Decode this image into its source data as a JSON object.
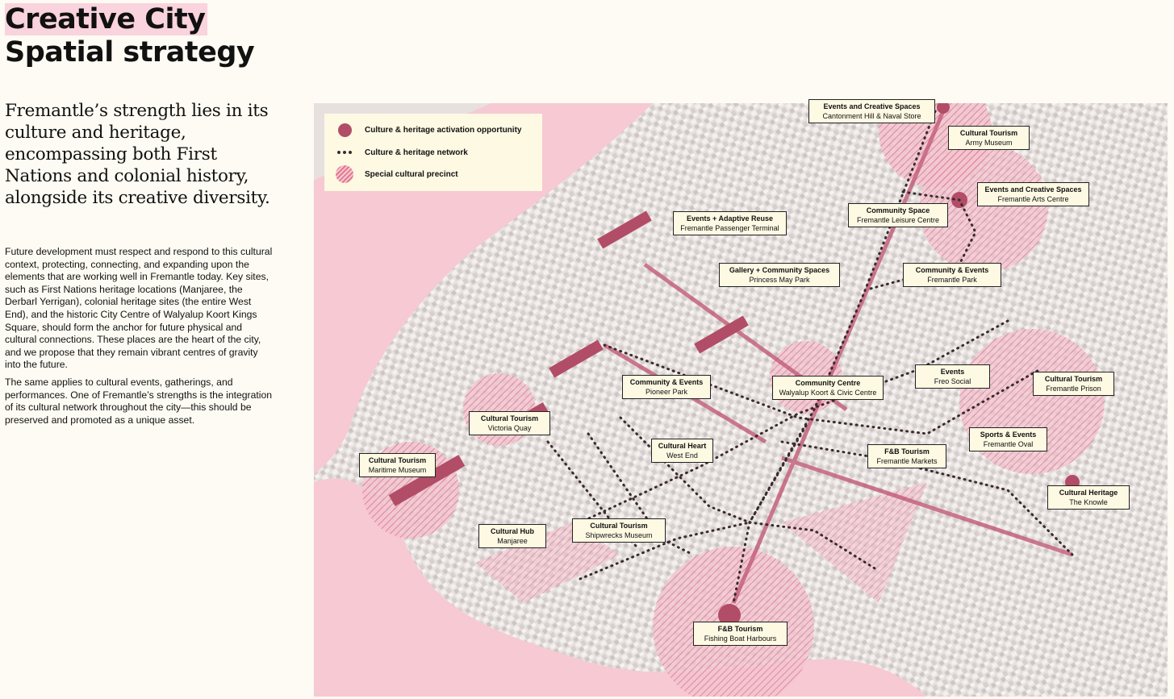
{
  "header": {
    "title_line1": "Creative City",
    "title_line2": "Spatial strategy"
  },
  "intro": {
    "lead": "Fremantle’s strength lies in its culture and heritage, encompassing both First Nations and colonial history, alongside its creative diversity.",
    "paragraph1": "Future development must respect and respond to this cultural context, protecting, connecting, and expanding upon the elements that are working well in Fremantle today. Key sites, such as First Nations heritage locations (Manjaree, the Derbarl Yerrigan), colonial heritage sites (the entire West End), and the historic City Centre of Walyalup Koort Kings Square, should form the anchor for future physical and cultural connections. These places are the heart of the city, and we propose that they remain vibrant centres of gravity into the future.",
    "paragraph2": "The same applies to cultural events, gatherings, and performances. One of Fremantle’s strengths is the integration of its cultural network throughout the city—this should be preserved and promoted as a unique asset."
  },
  "legend": {
    "items": [
      {
        "label": "Culture & heritage activation opportunity",
        "icon": "filled-circle"
      },
      {
        "label": "Culture & heritage network",
        "icon": "dotted-line"
      },
      {
        "label": "Special cultural precinct",
        "icon": "hatched-circle"
      }
    ]
  },
  "colors": {
    "background": "#fdfbf3",
    "water": "#f7c9d3",
    "accent": "#b24d67",
    "network": "#3a2a2e",
    "label_bg": "#fdf9e3",
    "title_highlight": "#f9d3dd"
  },
  "callouts": [
    {
      "title": "Events and Creative Spaces",
      "subtitle": "Cantonment Hill & Naval Store"
    },
    {
      "title": "Cultural Tourism",
      "subtitle": "Army Museum"
    },
    {
      "title": "Events and Creative Spaces",
      "subtitle": "Fremantle Arts Centre"
    },
    {
      "title": "Community Space",
      "subtitle": "Fremantle Leisure Centre"
    },
    {
      "title": "Events + Adaptive Reuse",
      "subtitle": "Fremantle Passenger Terminal"
    },
    {
      "title": "Gallery + Community Spaces",
      "subtitle": "Princess May Park"
    },
    {
      "title": "Community & Events",
      "subtitle": "Fremantle Park"
    },
    {
      "title": "Events",
      "subtitle": "Freo Social"
    },
    {
      "title": "Community & Events",
      "subtitle": "Pioneer Park"
    },
    {
      "title": "Community Centre",
      "subtitle": "Walyalup Koort & Civic Centre"
    },
    {
      "title": "Cultural Tourism",
      "subtitle": "Fremantle Prison"
    },
    {
      "title": "Cultural Tourism",
      "subtitle": "Victoria Quay"
    },
    {
      "title": "Cultural Heart",
      "subtitle": "West End"
    },
    {
      "title": "Sports & Events",
      "subtitle": "Fremantle Oval"
    },
    {
      "title": "F&B Tourism",
      "subtitle": "Fremantle Markets"
    },
    {
      "title": "Cultural Tourism",
      "subtitle": "Maritime Museum"
    },
    {
      "title": "Cultural Heritage",
      "subtitle": "The Knowle"
    },
    {
      "title": "Cultural Tourism",
      "subtitle": "Shipwrecks Museum"
    },
    {
      "title": "Cultural Hub",
      "subtitle": "Manjaree"
    },
    {
      "title": "F&B Tourism",
      "subtitle": "Fishing Boat Harbours"
    }
  ]
}
